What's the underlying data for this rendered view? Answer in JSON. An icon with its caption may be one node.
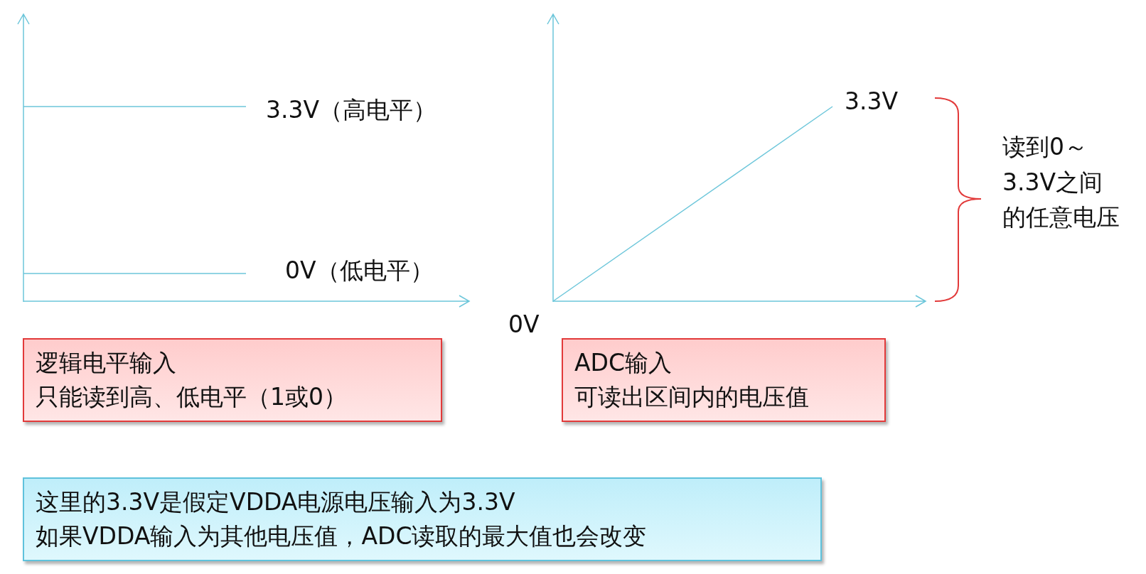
{
  "diagram": {
    "nodes": [
      {
        "text": [
          "逻辑电平输入",
          "只能读到高、低电平（1或0）"
        ]
      },
      {
        "text": [
          "ADC输入",
          "可读出区间内的电压值"
        ]
      },
      {
        "text": [
          "这里的3.3V是假定VDDA电源电压输入为3.3V",
          "如果VDDA输入为其他电压值，ADC读取的最大值也会改变"
        ]
      }
    ],
    "labels": [
      "3.3V（高电平）",
      "0V（低电平）",
      "3.3V",
      "0V",
      "读到0～3.3V之间的任意电压"
    ]
  }
}
